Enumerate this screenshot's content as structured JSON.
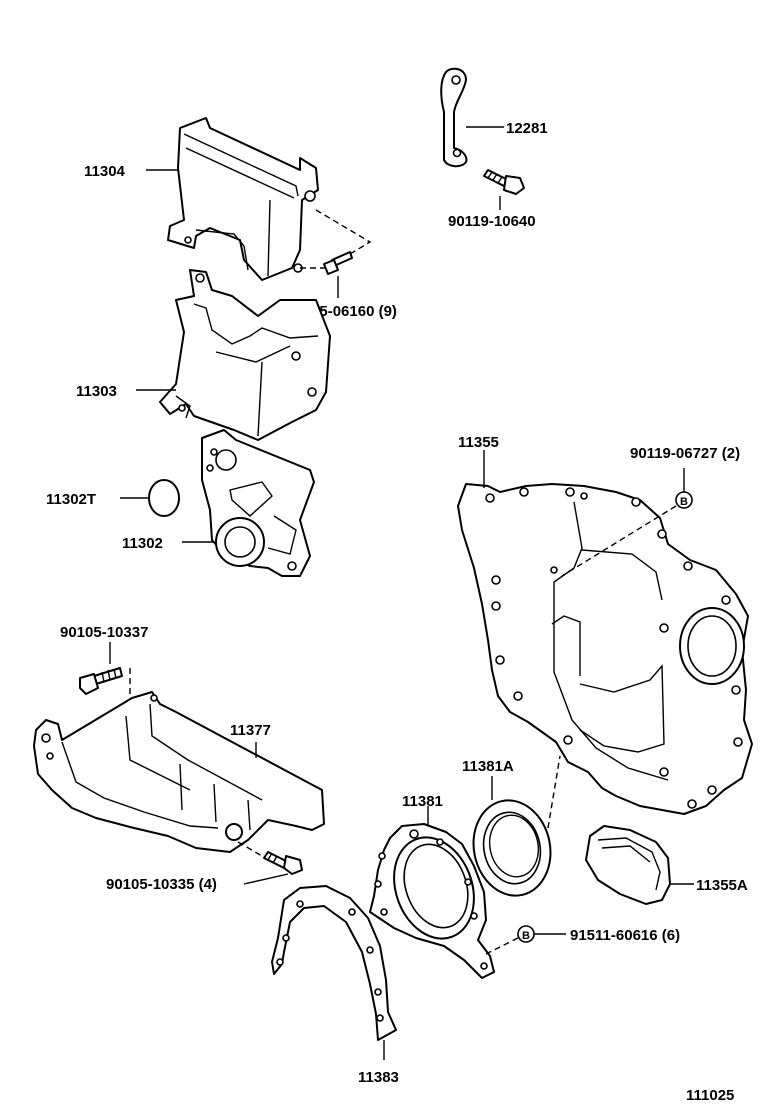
{
  "diagram": {
    "figure_number": "111025",
    "labels": {
      "p12281": "12281",
      "p90119_10640": "90119-10640",
      "p11304": "11304",
      "p90105_06160": "90105-06160 (9)",
      "p11303": "11303",
      "p11355": "11355",
      "p90119_06727": "90119-06727 (2)",
      "p11302T": "11302T",
      "p11302": "11302",
      "p90105_10337": "90105-10337",
      "p11377": "11377",
      "p11381A": "11381A",
      "p11381": "11381",
      "p90105_10335": "90105-10335 (4)",
      "p11355A": "11355A",
      "p91511_60616": "91511-60616 (6)",
      "p11383": "11383"
    },
    "markers": {
      "b1": "B",
      "b2": "B"
    }
  }
}
